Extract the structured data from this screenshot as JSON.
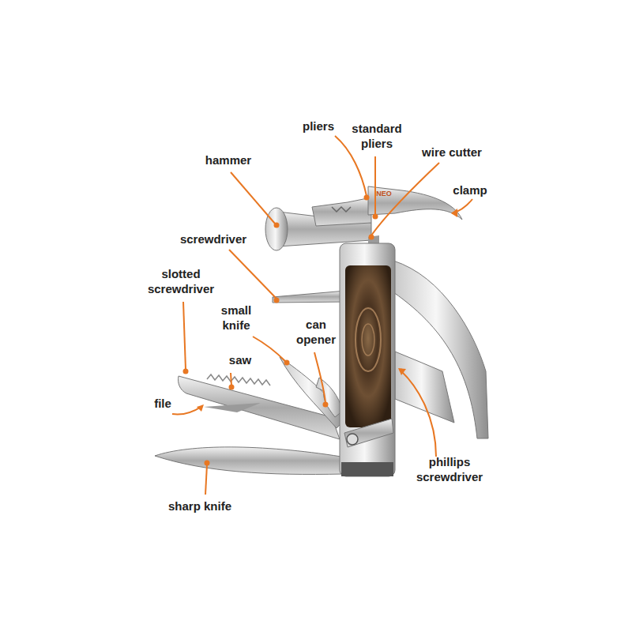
{
  "diagram": {
    "labels": [
      "pliers",
      "standard pliers",
      "wire cutter",
      "hammer",
      "clamp",
      "screwdriver",
      "slotted screwdriver",
      "small knife",
      "can opener",
      "saw",
      "file",
      "phillips screwdriver",
      "sharp knife",
      "NEO"
    ]
  }
}
